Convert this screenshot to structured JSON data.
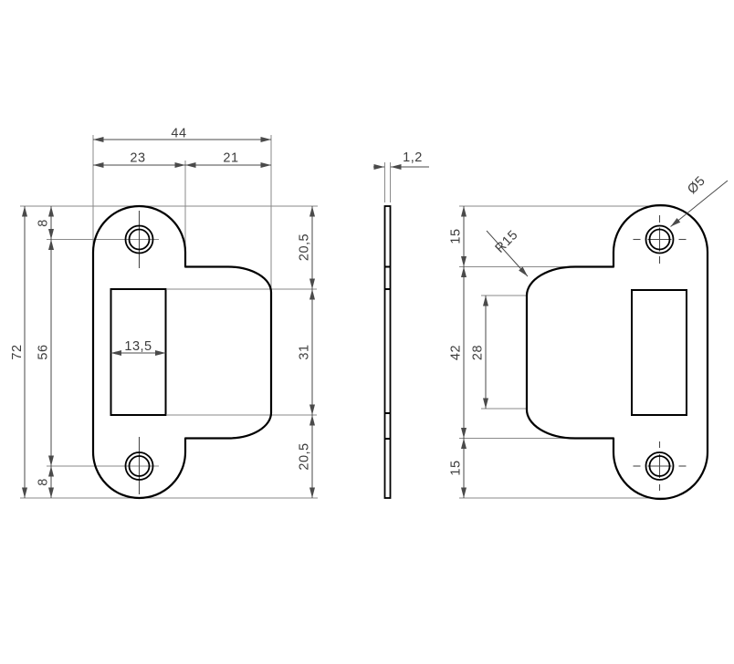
{
  "views": {
    "front": {
      "width_total": "44",
      "width_left": "23",
      "width_right": "21",
      "height_total": "72",
      "hole_offset_top": "8",
      "hole_spacing": "56",
      "hole_offset_bottom": "8",
      "lip_offset_top": "20,5",
      "cutout_height": "31",
      "lip_offset_bottom": "20,5",
      "cutout_width": "13,5"
    },
    "side": {
      "thickness": "1,2"
    },
    "back": {
      "offset_top": "15",
      "lip_span": "42",
      "offset_bottom": "15",
      "lip_face_height": "28",
      "fillet_radius": "R15",
      "hole_diameter": "Ø5"
    }
  },
  "colors": {
    "outline": "#000000",
    "dimension": "#4a4a4a",
    "extension": "#8a8a8a",
    "text": "#3d3d3d",
    "background": "#ffffff"
  }
}
